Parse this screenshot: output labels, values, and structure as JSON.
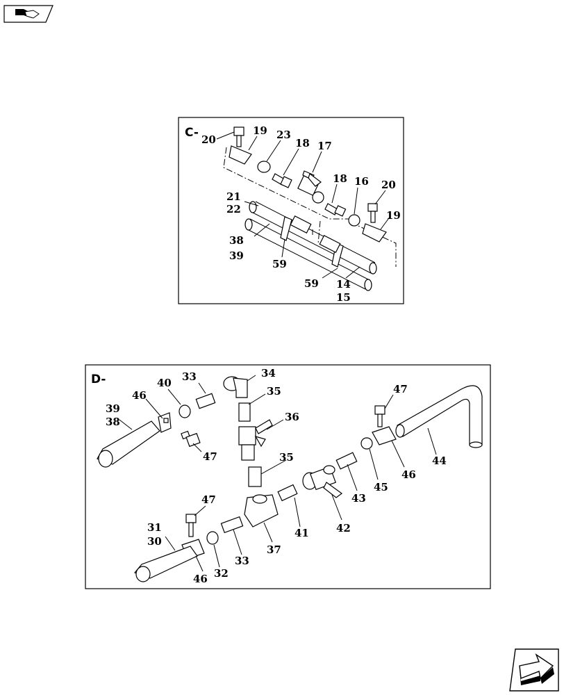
{
  "nav": {
    "top_icon": "book-with-arrow-icon",
    "bottom_icon": "next-page-arrow-icon"
  },
  "panel_c": {
    "title": "C-",
    "labels": [
      "20",
      "19",
      "23",
      "18",
      "17",
      "18",
      "16",
      "20",
      "19",
      "21",
      "22",
      "38",
      "39",
      "59",
      "59",
      "14",
      "15"
    ]
  },
  "panel_d": {
    "title": "D-",
    "labels": [
      "33",
      "34",
      "40",
      "46",
      "39",
      "38",
      "35",
      "36",
      "47",
      "47",
      "35",
      "44",
      "46",
      "45",
      "43",
      "42",
      "41",
      "37",
      "47",
      "31",
      "30",
      "46",
      "32",
      "33"
    ]
  }
}
